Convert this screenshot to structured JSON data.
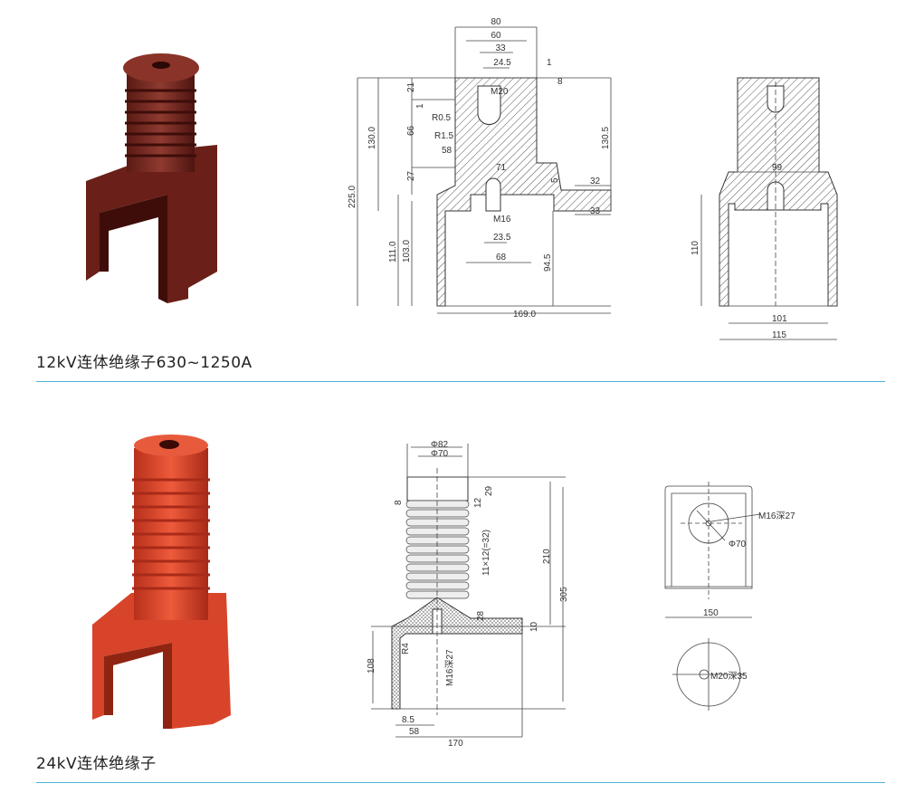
{
  "products": [
    {
      "title": "12kV连体绝缘子630~1250A",
      "color": "#7a2a22",
      "drawing_section": {
        "labels": [
          "80",
          "60",
          "33",
          "24.5",
          "1",
          "8",
          "M20",
          "21",
          "1",
          "R0.5",
          "R1.5",
          "66",
          "58",
          "130.0",
          "27",
          "71",
          "5",
          "32",
          "33",
          "225.0",
          "M16",
          "23.5",
          "68",
          "111.0",
          "103.0",
          "94.5",
          "169.0",
          "130.5"
        ]
      },
      "drawing_side": {
        "labels": [
          "99",
          "110",
          "101",
          "115"
        ]
      }
    },
    {
      "title": "24kV连体绝缘子",
      "color": "#d9462a",
      "drawing_section": {
        "labels": [
          "Φ82",
          "Φ70",
          "29",
          "8",
          "12",
          "11×12(=32)",
          "210",
          "305",
          "28",
          "10",
          "R4",
          "M16深27",
          "108",
          "8.5",
          "58",
          "170"
        ]
      },
      "drawing_top": {
        "labels": [
          "M16深27",
          "Φ70",
          "150",
          "M20深35"
        ]
      }
    }
  ]
}
